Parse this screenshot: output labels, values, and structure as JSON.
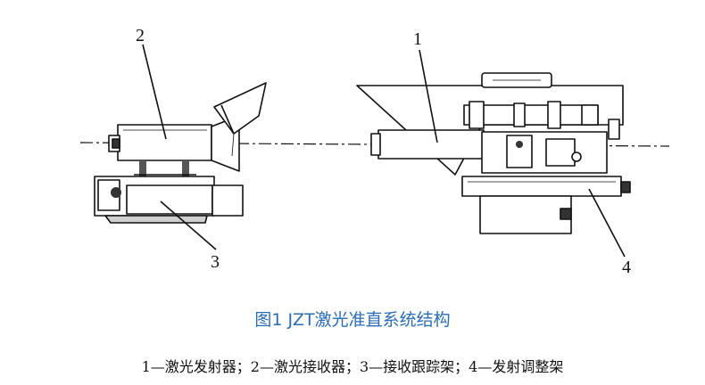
{
  "diagram": {
    "labels": [
      "1",
      "2",
      "3",
      "4"
    ]
  },
  "caption": "图1  JZT激光准直系统结构",
  "legend": "1—激光发射器；2—激光接收器；3—接收跟踪架；4—发射调整架"
}
